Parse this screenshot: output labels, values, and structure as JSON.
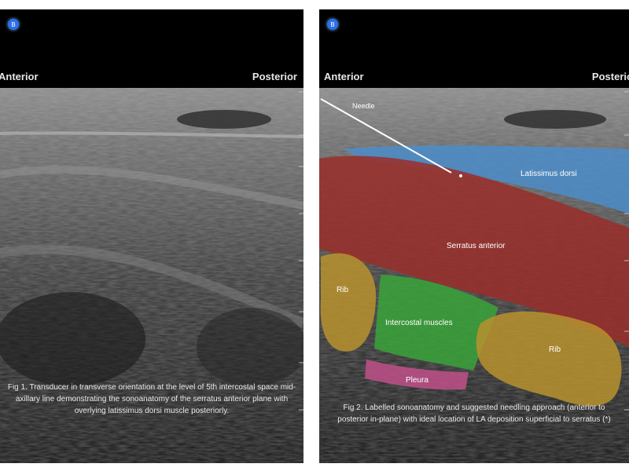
{
  "panels": [
    {
      "badge": "B",
      "left_label": "Anterior",
      "right_label": "Posterior",
      "caption": "Fig 1. Transducer in transverse orientation at the level of 5th intercostal space mid-axillary line demonstrating the sonoanatomy of the serratus anterior plane with overlying latissimus dorsi muscle posteriorly."
    },
    {
      "badge": "B",
      "left_label": "Anterior",
      "right_label": "Posterior",
      "labels": {
        "needle": "Needle",
        "latissimus": "Latissimus dorsi",
        "serratus": "Serratus anterior",
        "rib_left": "Rib",
        "intercostal": "Intercostal muscles",
        "rib_right": "Rib",
        "pleura": "Pleura"
      },
      "caption": "Fig 2. Labelled sonoanatomy and suggested needling approach (anterior to posterior in-plane) with ideal location of LA deposition superficial to serratus (*)"
    }
  ],
  "colors": {
    "latissimus": "#4a8fd0",
    "serratus": "#9a2e2a",
    "rib": "#b8922e",
    "intercostal": "#3aa33a",
    "pleura": "#c0508a",
    "badge": "#2b6fe8"
  }
}
